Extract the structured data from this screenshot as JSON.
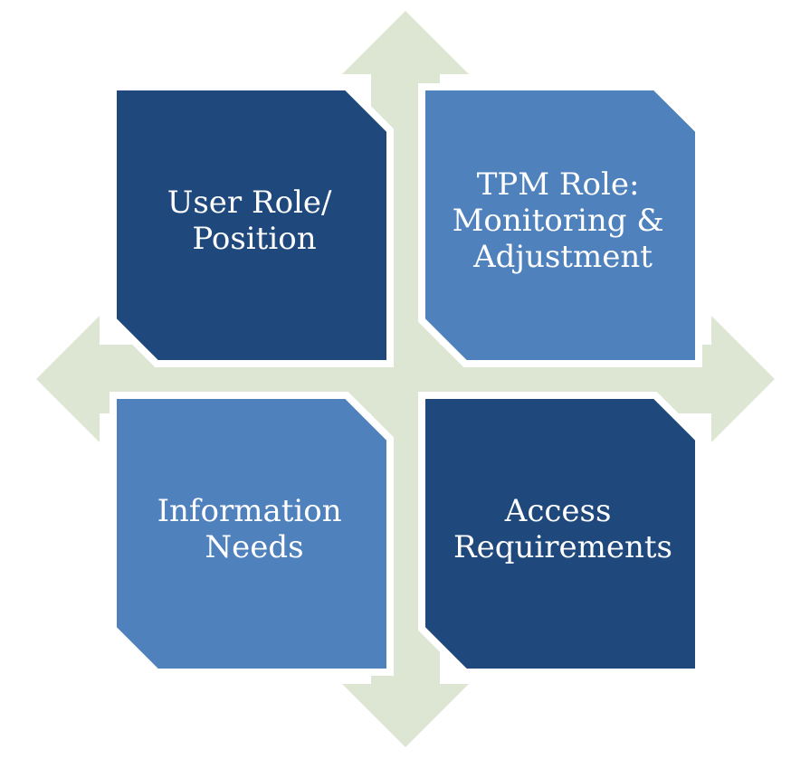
{
  "diagram": {
    "colors": {
      "background": "#ffffff",
      "arrow": "#dde6d3",
      "dark_box": "#1f497d",
      "light_box": "#4f81bd",
      "box_border": "#ffffff",
      "text": "#ffffff"
    },
    "quadrants": [
      {
        "id": "top-left",
        "lines": [
          "User Role/",
          "Position"
        ],
        "tone": "dark"
      },
      {
        "id": "top-right",
        "lines": [
          "TPM Role:",
          "Monitoring &",
          "Adjustment"
        ],
        "tone": "light"
      },
      {
        "id": "bottom-left",
        "lines": [
          "Information",
          "Needs"
        ],
        "tone": "light"
      },
      {
        "id": "bottom-right",
        "lines": [
          "Access",
          "Requirements"
        ],
        "tone": "dark"
      }
    ]
  }
}
